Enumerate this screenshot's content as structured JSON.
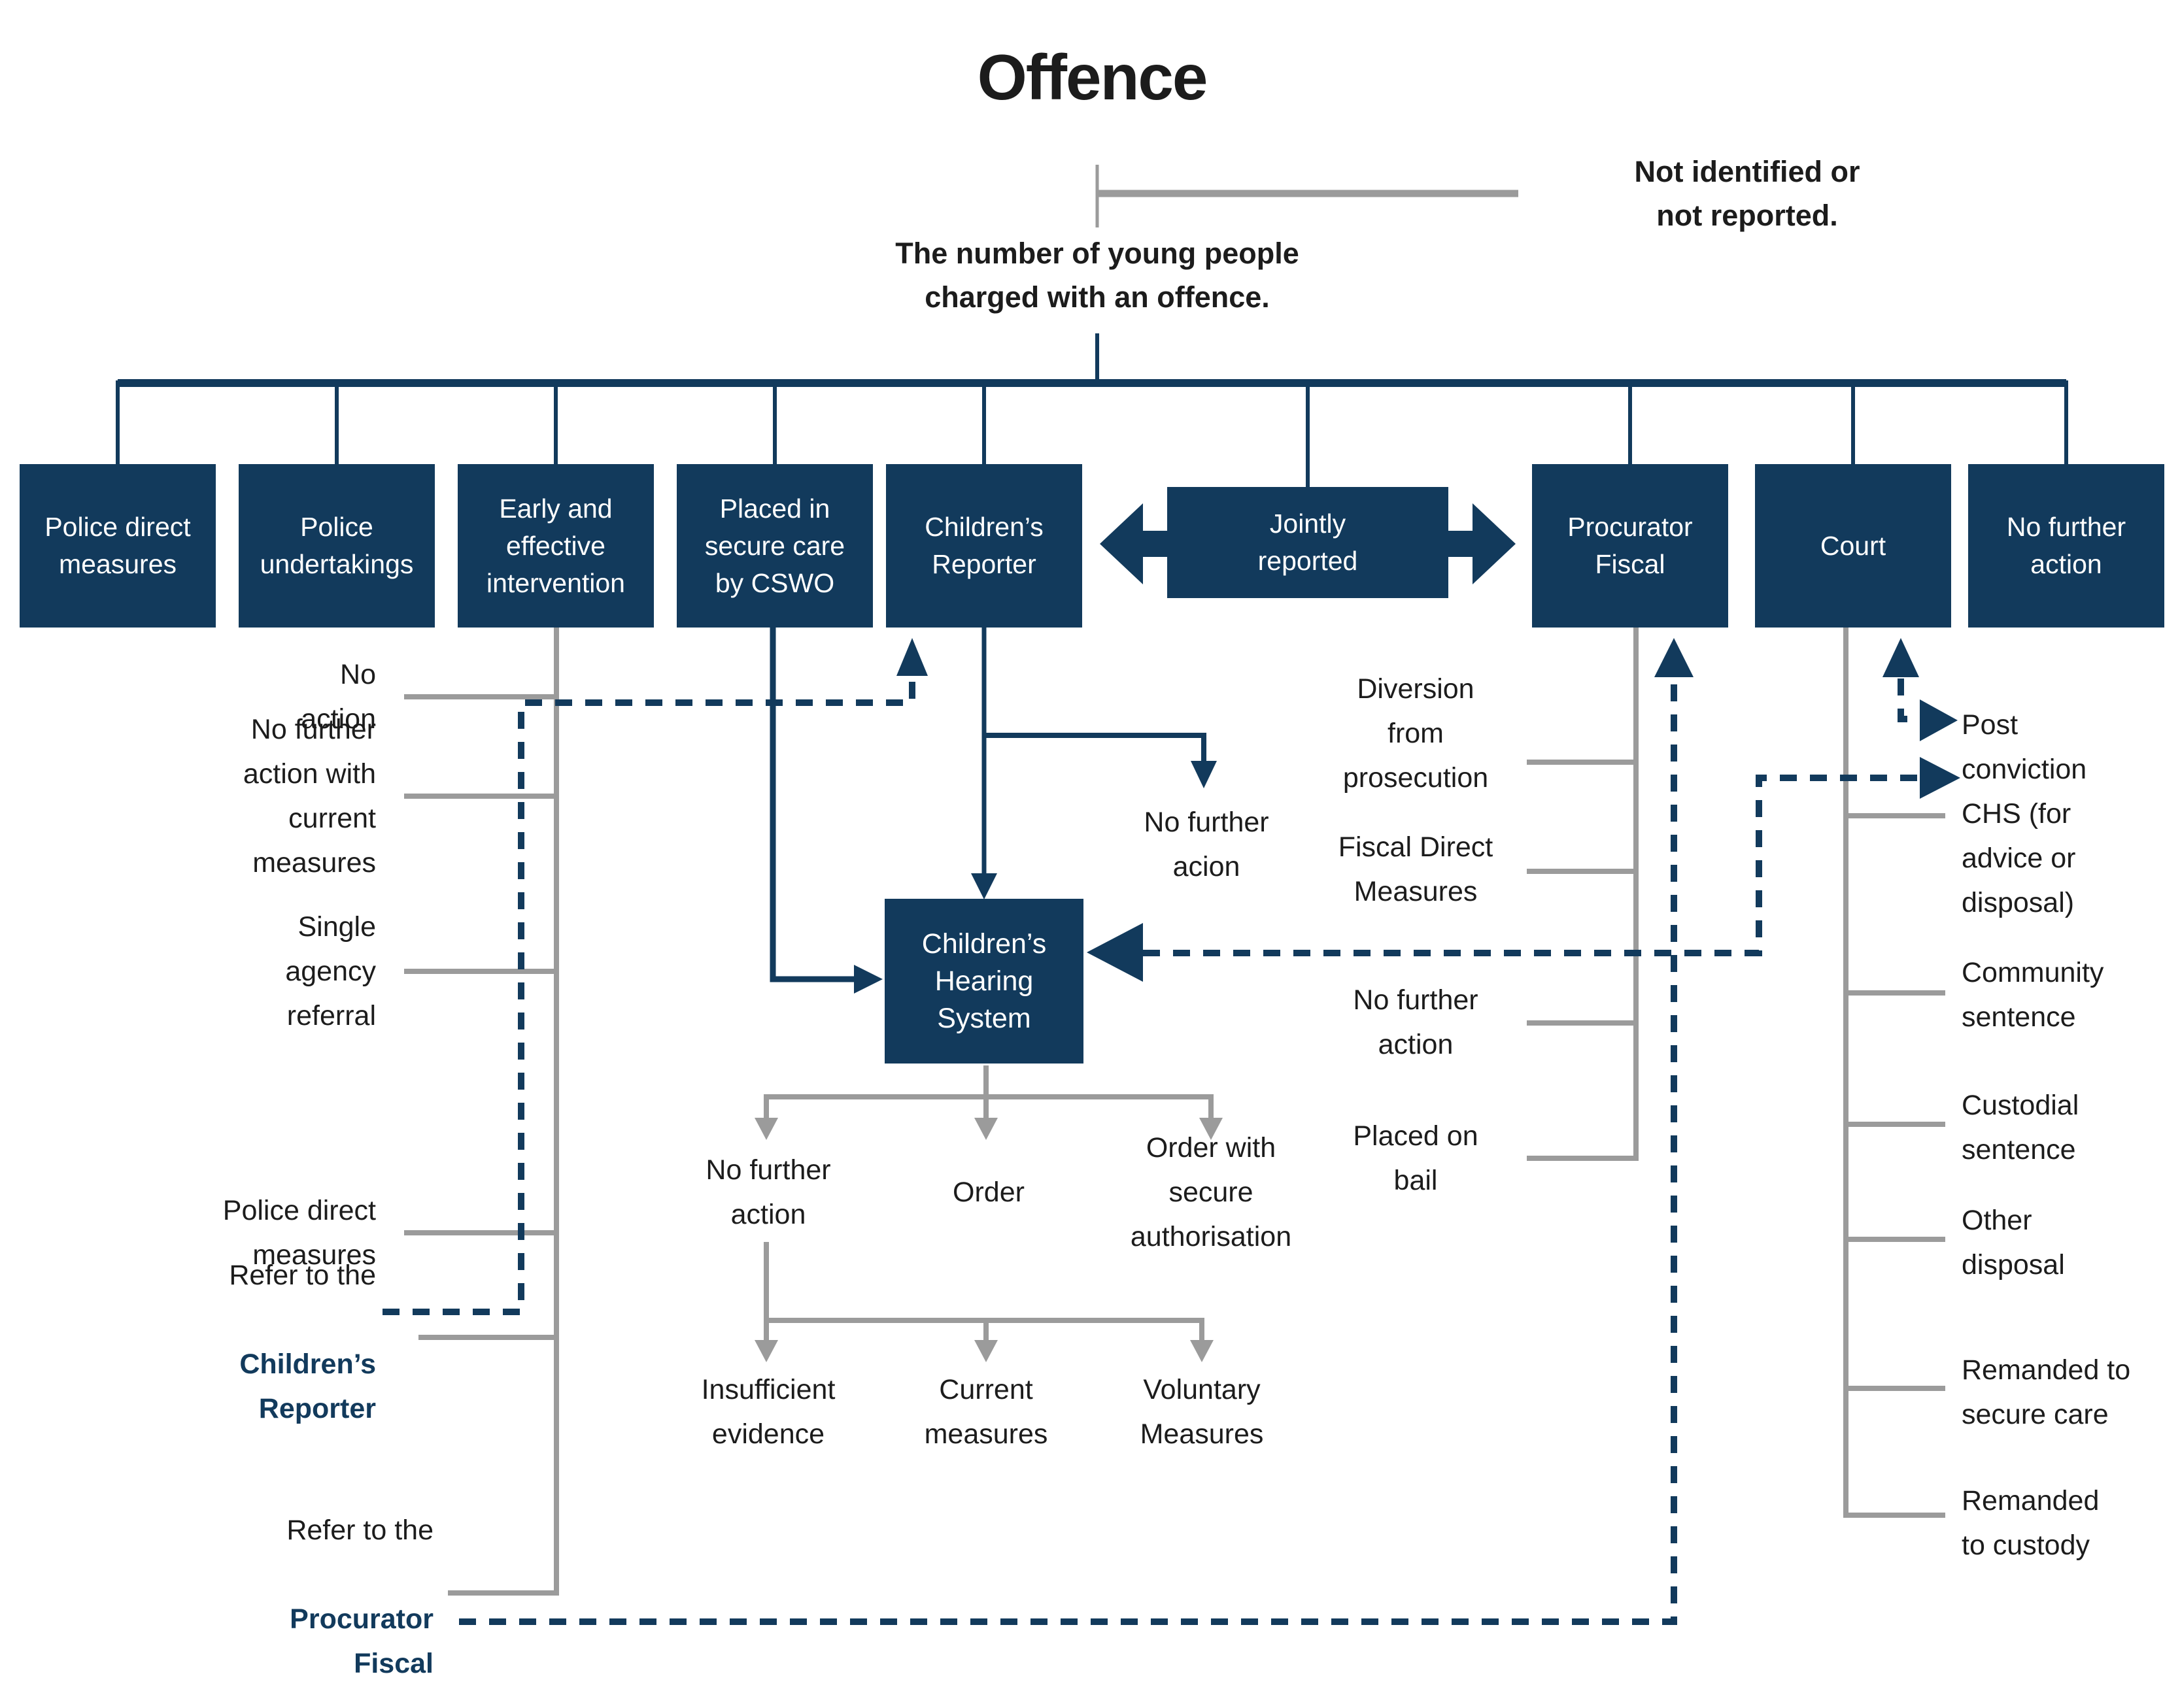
{
  "colors": {
    "navy": "#123a5c",
    "line_gray": "#9b9b9b",
    "text_black": "#1c1c1c",
    "box_text": "#ffffff"
  },
  "header": {
    "title": "Offence",
    "subtitle": "The number of young people\ncharged with an offence.",
    "side_note": "Not identified or\nnot reported."
  },
  "top_row": [
    {
      "label": "Police direct\nmeasures"
    },
    {
      "label": "Police\nundertakings"
    },
    {
      "label": "Early and\neffective\nintervention"
    },
    {
      "label": "Placed in\nsecure care\nby CSWO"
    },
    {
      "label": "Children’s\nReporter"
    },
    {
      "label": "Jointly\nreported"
    },
    {
      "label": "Procurator\nFiscal"
    },
    {
      "label": "Court"
    },
    {
      "label": "No further\naction"
    }
  ],
  "early_intervention_outcomes": [
    {
      "label": "No\naction"
    },
    {
      "label": "No further\naction with\ncurrent\nmeasures"
    },
    {
      "label": "Single\nagency\nreferral"
    },
    {
      "label": "Police direct\nmeasures"
    },
    {
      "prefix": "Refer to the",
      "bold_label": "Children’s\nReporter"
    },
    {
      "prefix": "Refer to the",
      "bold_label": "Procurator\nFiscal"
    }
  ],
  "reporter_outcomes": {
    "no_further_action_label": "No further\nacion"
  },
  "chs": {
    "label": "Children’s\nHearing\nSystem",
    "outcomes": [
      {
        "label": "No further\naction"
      },
      {
        "label": "Order"
      },
      {
        "label": "Order with\nsecure\nauthorisation"
      }
    ],
    "no_further_action_outcomes": [
      {
        "label": "Insufficient\nevidence"
      },
      {
        "label": "Current\nmeasures"
      },
      {
        "label": "Voluntary\nMeasures"
      }
    ]
  },
  "fiscal_outcomes": [
    {
      "label": "Diversion\nfrom\nprosecution"
    },
    {
      "label": "Fiscal Direct\nMeasures"
    },
    {
      "label": "No further\naction"
    },
    {
      "label": "Placed on\nbail"
    }
  ],
  "court_outcomes": [
    {
      "label": "Post\nconviction\nCHS (for\nadvice or\ndisposal)"
    },
    {
      "label": "Community\nsentence"
    },
    {
      "label": "Custodial\nsentence"
    },
    {
      "label": "Other\ndisposal"
    },
    {
      "label": "Remanded to\nsecure care"
    },
    {
      "label": "Remanded\nto custody"
    }
  ]
}
